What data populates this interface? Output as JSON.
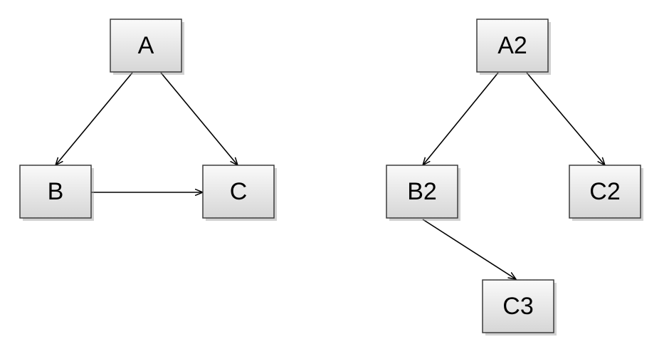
{
  "diagram": {
    "nodes": [
      {
        "id": "A",
        "label": "A"
      },
      {
        "id": "B",
        "label": "B"
      },
      {
        "id": "C",
        "label": "C"
      },
      {
        "id": "A2",
        "label": "A2"
      },
      {
        "id": "B2",
        "label": "B2"
      },
      {
        "id": "C2",
        "label": "C2"
      },
      {
        "id": "C3",
        "label": "C3"
      }
    ],
    "edges": [
      {
        "from": "A",
        "to": "B"
      },
      {
        "from": "A",
        "to": "C"
      },
      {
        "from": "B",
        "to": "C"
      },
      {
        "from": "A2",
        "to": "B2"
      },
      {
        "from": "A2",
        "to": "C2"
      },
      {
        "from": "B2",
        "to": "C3"
      }
    ],
    "colors": {
      "box_top": "#fafafa",
      "box_bottom": "#d6d6d6",
      "border": "#3c3c3c",
      "arrow": "#000000"
    }
  }
}
